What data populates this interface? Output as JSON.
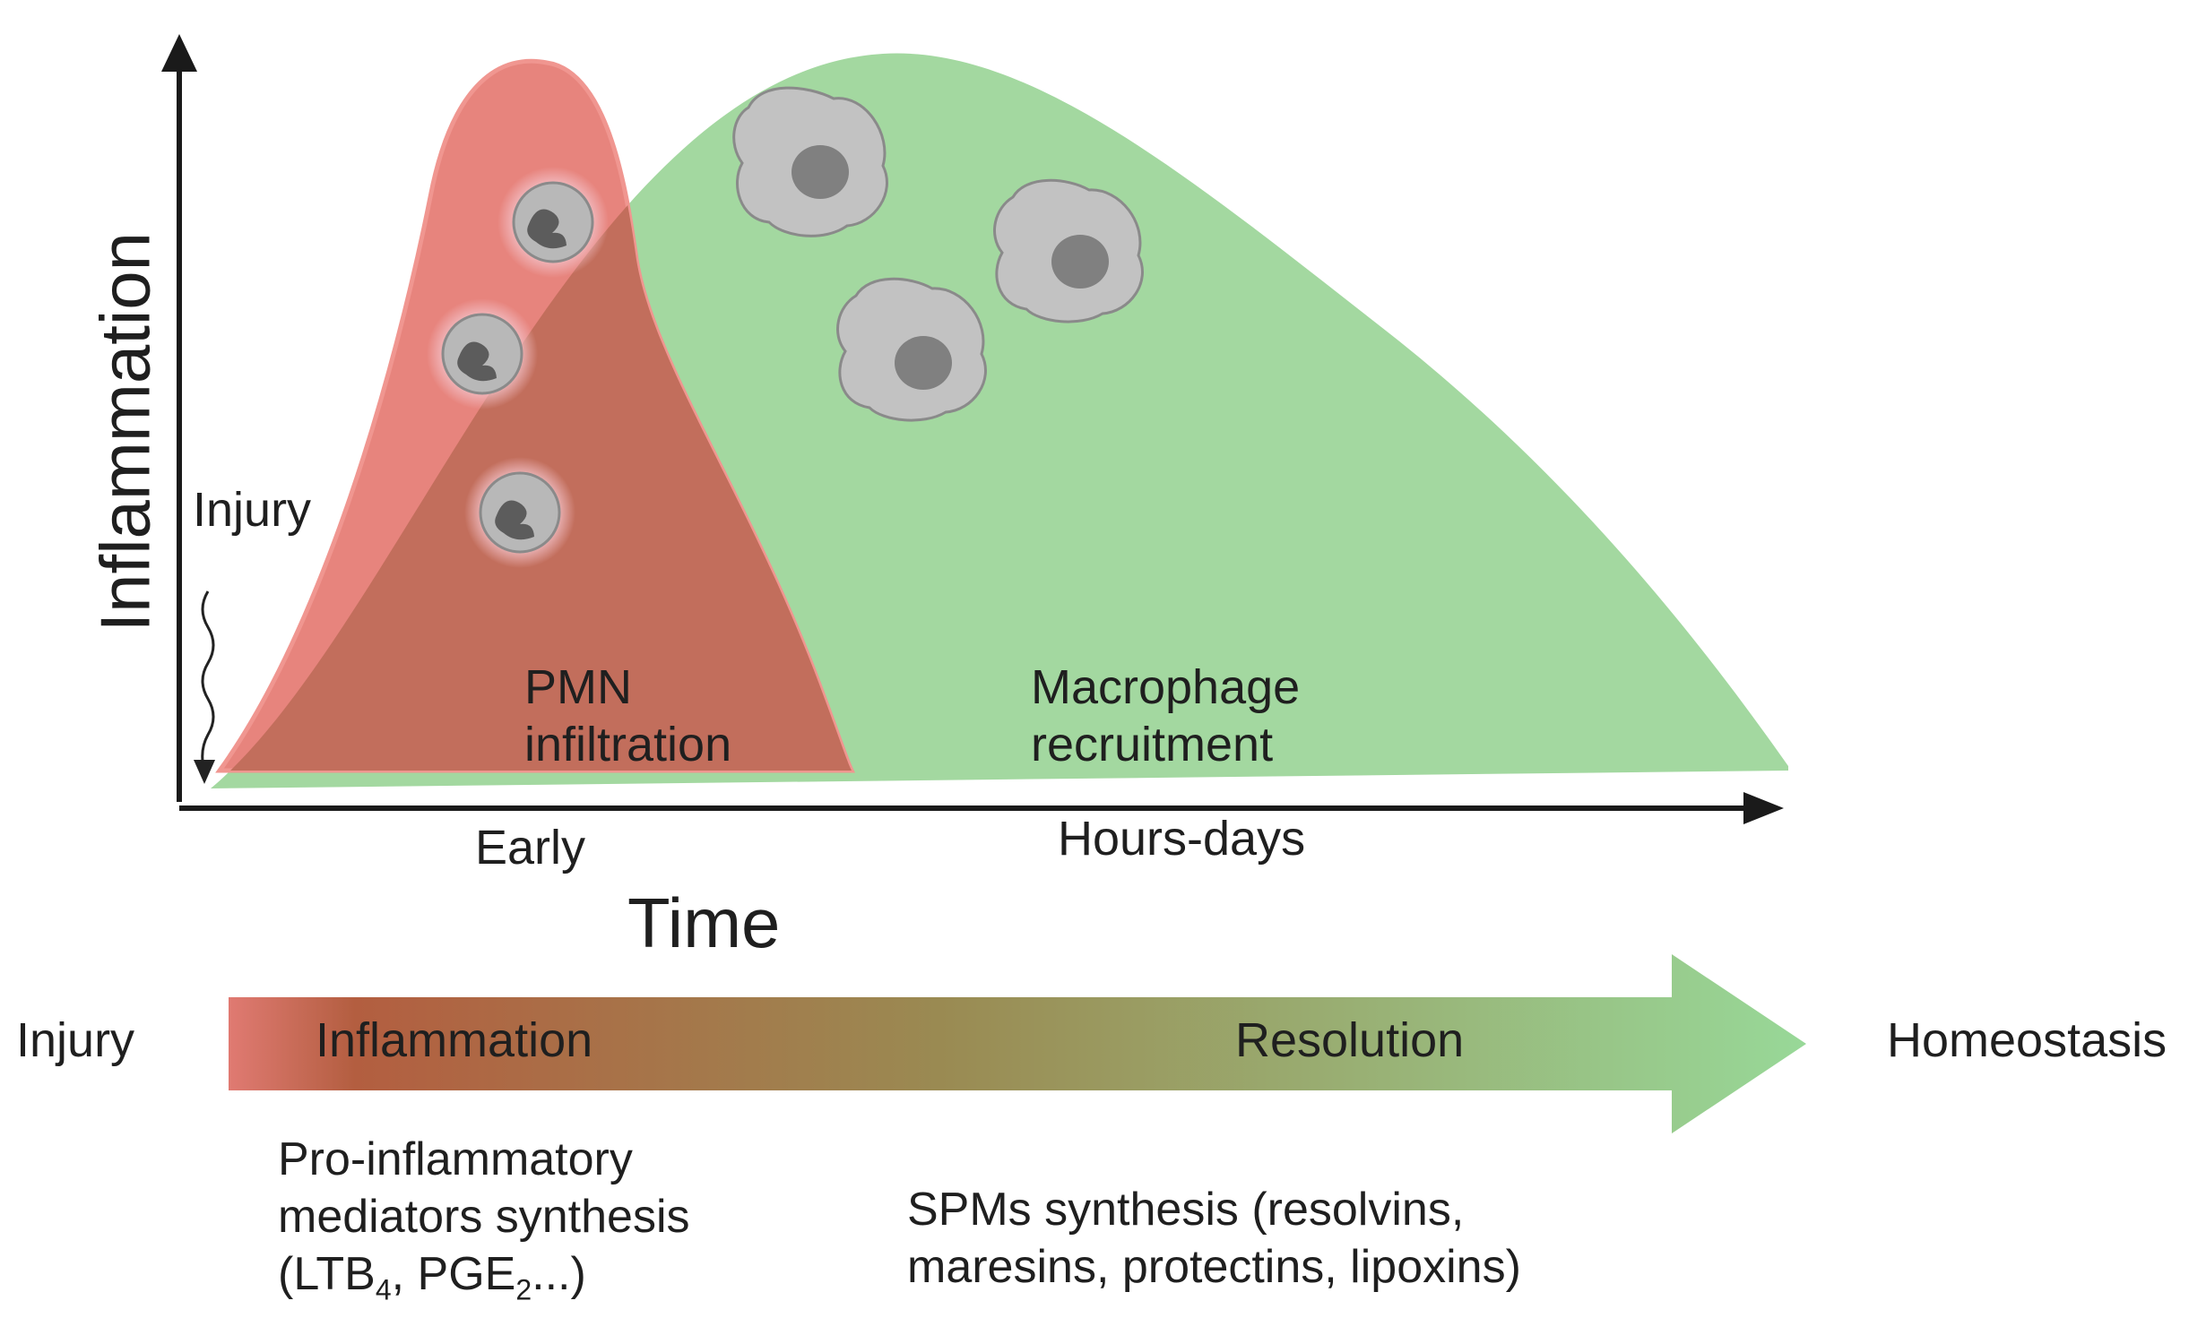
{
  "y_axis_label": "Inflammation",
  "x_axis_label": "Time",
  "injury_marker_label": "Injury",
  "x_ticks": {
    "early": "Early",
    "later": "Hours-days"
  },
  "pmn_label": {
    "line1": "PMN",
    "line2": "infiltration"
  },
  "macrophage_label": {
    "line1": "Macrophage",
    "line2": "recruitment"
  },
  "progression": {
    "start": "Injury",
    "phase1": "Inflammation",
    "phase2": "Resolution",
    "end": "Homeostasis"
  },
  "pro_inflammatory": {
    "line1": "Pro-inflammatory",
    "line2": "mediators synthesis",
    "line3_prefix": "(LTB",
    "line3_sub1": "4",
    "line3_mid": ", PGE",
    "line3_sub2": "2",
    "line3_suffix": "...)"
  },
  "spm": {
    "line1": "SPMs synthesis (resolvins,",
    "line2": "maresins, protectins, lipoxins)"
  },
  "colors": {
    "pmn_fill": "#e0726e",
    "pmn_edge": "#ef8d86",
    "macrophage_fill": "#8fd08f",
    "overlap_fill": "#bf6a5a",
    "cell_grey": "#b8b8b8",
    "nucleus_grey": "#7a7a7a",
    "arrow_start": "#d9736a",
    "arrow_mid": "#9a8a52",
    "arrow_end": "#98d898"
  }
}
